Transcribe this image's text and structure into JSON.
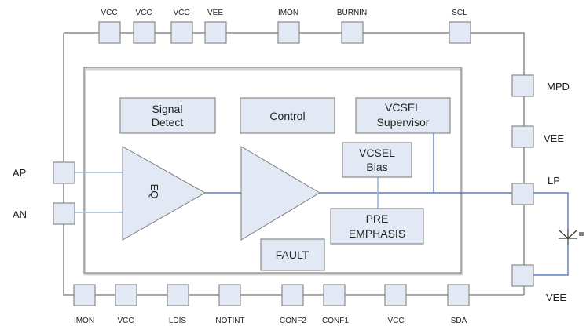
{
  "diagram": {
    "type": "block-diagram",
    "title": "",
    "top_pins": [
      "VCC",
      "VCC",
      "VCC",
      "VEE",
      "IMON",
      "BURNIN",
      "SCL"
    ],
    "bottom_pins": [
      "IMON",
      "VCC",
      "LDIS",
      "NOTINT",
      "CONF2",
      "CONF1",
      "VCC",
      "SDA"
    ],
    "left_pins": [
      "AP",
      "AN"
    ],
    "right_pins": [
      "MPD",
      "VEE",
      "LP",
      "VEE"
    ],
    "blocks": {
      "signal_detect": [
        "Signal",
        "Detect"
      ],
      "control": "Control",
      "vcsel_supervisor": [
        "VCSEL",
        "Supervisor"
      ],
      "vcsel_bias": [
        "VCSEL",
        "Bias"
      ],
      "pre_emphasis": [
        "PRE",
        "EMPHASIS"
      ],
      "fault": "FAULT",
      "equalizer": "EQ",
      "driver_amp": ""
    },
    "external_component": "vcsel-laser-diode",
    "colors": {
      "block_fill": "#e2e8f4",
      "outline": "#8a8a8a",
      "signal_line": "#5a7fc0"
    }
  }
}
